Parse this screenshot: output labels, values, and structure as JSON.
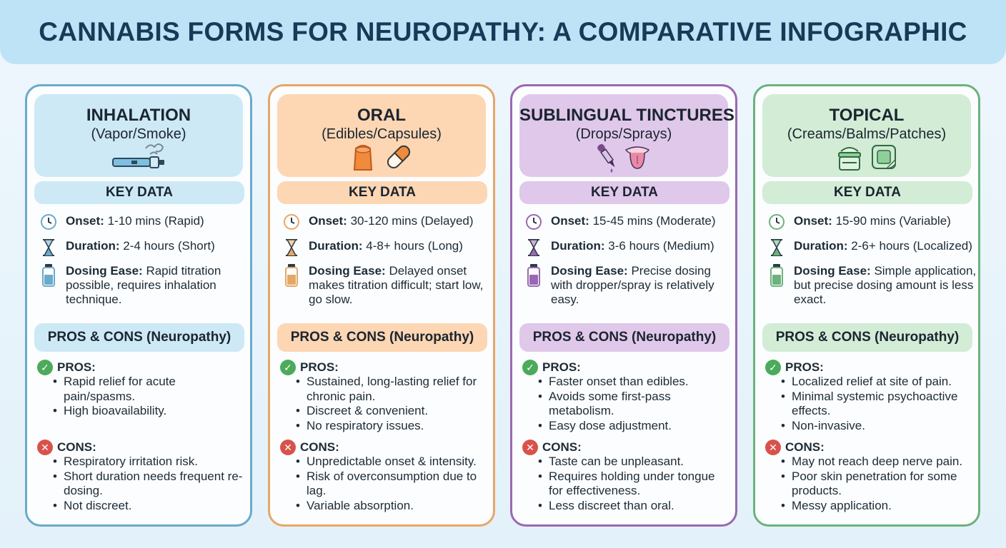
{
  "title": "CANNABIS FORMS FOR NEUROPATHY: A COMPARATIVE INFOGRAPHIC",
  "labels": {
    "key_data": "KEY DATA",
    "pros_cons": "PROS & CONS (Neuropathy)",
    "onset": "Onset:",
    "duration": "Duration:",
    "dosing": "Dosing Ease:",
    "pros": "PROS:",
    "cons": "CONS:"
  },
  "columns": [
    {
      "title": "INHALATION",
      "subtitle": "(Vapor/Smoke)",
      "icons": [
        "vape-pen-icon"
      ],
      "accent": "#6aaacb",
      "onset": "1-10 mins (Rapid)",
      "duration": "2-4 hours (Short)",
      "dosing": "Rapid titration possible, requires inhalation technique.",
      "pros": [
        "Rapid relief for acute pain/spasms.",
        "High bioavailability."
      ],
      "cons": [
        "Respiratory irritation risk.",
        "Short duration needs frequent re-dosing.",
        "Not discreet."
      ]
    },
    {
      "title": "ORAL",
      "subtitle": "(Edibles/Capsules)",
      "icons": [
        "gummy-icon",
        "capsule-icon"
      ],
      "accent": "#e6a766",
      "onset": "30-120 mins (Delayed)",
      "duration": "4-8+ hours (Long)",
      "dosing": "Delayed onset makes titration difficult; start low, go slow.",
      "pros": [
        "Sustained, long-lasting relief for chronic pain.",
        "Discreet & convenient.",
        "No respiratory issues."
      ],
      "cons": [
        "Unpredictable onset & intensity.",
        "Risk of overconsumption due to lag.",
        "Variable absorption."
      ]
    },
    {
      "title": "SUBLINGUAL TINCTURES",
      "subtitle": "(Drops/Sprays)",
      "icons": [
        "dropper-icon",
        "tongue-icon"
      ],
      "accent": "#9a68b2",
      "onset": "15-45 mins (Moderate)",
      "duration": "3-6 hours (Medium)",
      "dosing": "Precise dosing with dropper/spray is relatively easy.",
      "pros": [
        "Faster onset than edibles.",
        "Avoids some first-pass metabolism.",
        "Easy dose adjustment."
      ],
      "cons": [
        "Taste can be unpleasant.",
        "Requires holding under tongue for effectiveness.",
        "Less discreet than oral."
      ]
    },
    {
      "title": "TOPICAL",
      "subtitle": "(Creams/Balms/Patches)",
      "icons": [
        "cream-jar-icon",
        "patch-icon"
      ],
      "accent": "#6cb27c",
      "onset": "15-90 mins (Variable)",
      "duration": "2-6+ hours (Localized)",
      "dosing": "Simple application, but precise dosing amount is less exact.",
      "pros": [
        "Localized relief at site of pain.",
        "Minimal systemic psychoactive effects.",
        "Non-invasive."
      ],
      "cons": [
        "May not reach deep nerve pain.",
        "Poor skin penetration for some products.",
        "Messy application."
      ]
    }
  ]
}
